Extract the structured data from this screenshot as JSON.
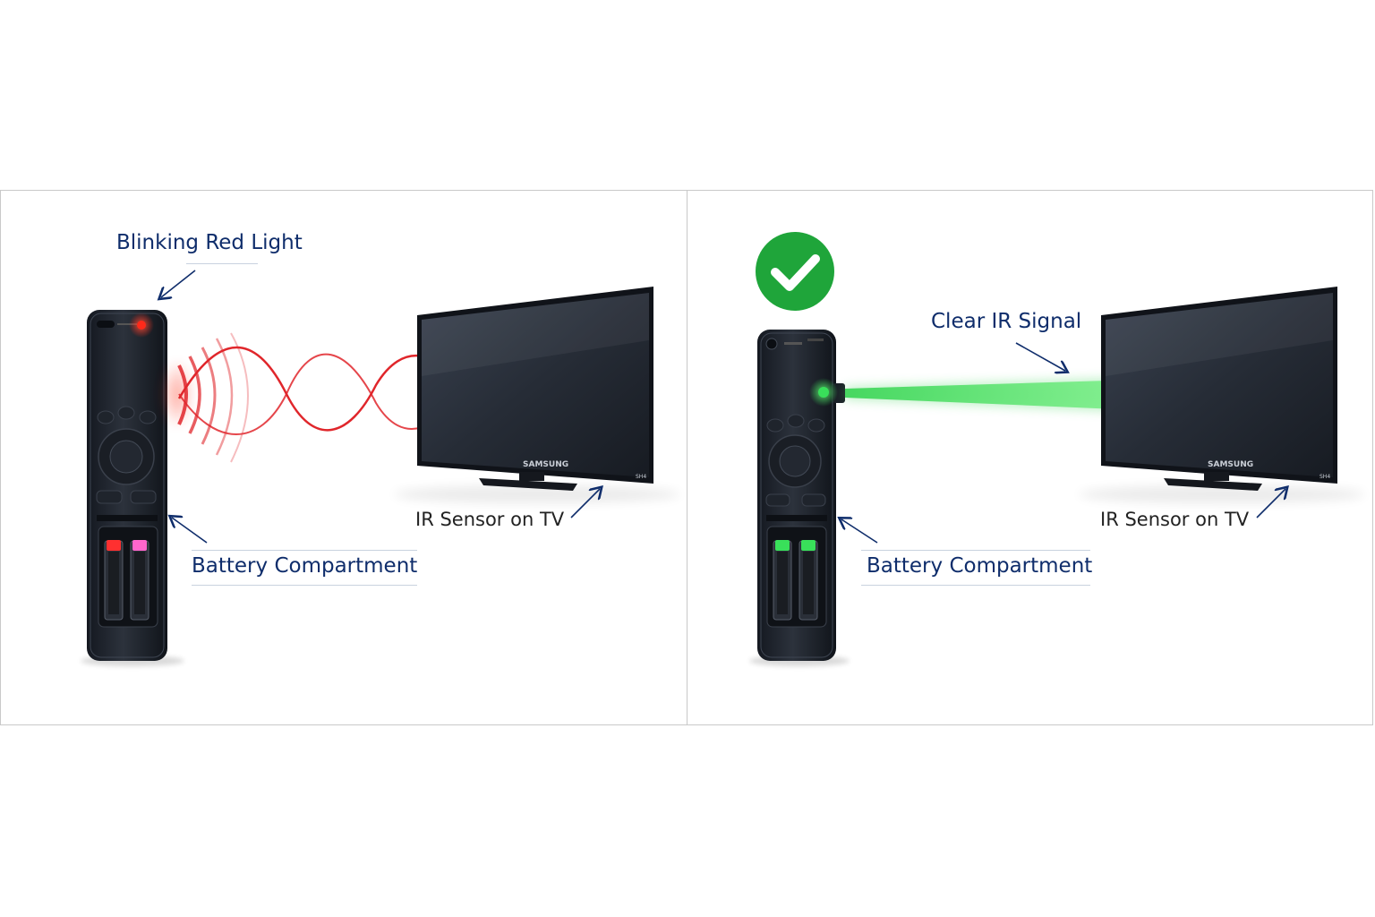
{
  "panels": [
    {
      "id": "problem",
      "led_label": "Blinking Red Light",
      "battery_label": "Battery Compartment",
      "sensor_label": "IR Sensor on TV",
      "tv_brand": "SAMSUNG",
      "tv_model": "SH4",
      "led_color": "#ff2a1a",
      "signal_color": "#e0262b",
      "battery_caps": [
        "#ff3030",
        "#ff66cc"
      ],
      "signal_type": "wavy-interrupted"
    },
    {
      "id": "solution",
      "status_icon": "check-circle-icon",
      "status_color": "#1fa53a",
      "signal_label": "Clear IR Signal",
      "battery_label": "Battery Compartment",
      "sensor_label": "IR Sensor on TV",
      "tv_brand": "SAMSUNG",
      "tv_model": "SH4",
      "led_color": "#39e05a",
      "signal_color": "#3fd65a",
      "battery_caps": [
        "#39e05a",
        "#39e05a"
      ],
      "signal_type": "straight-beam"
    }
  ]
}
